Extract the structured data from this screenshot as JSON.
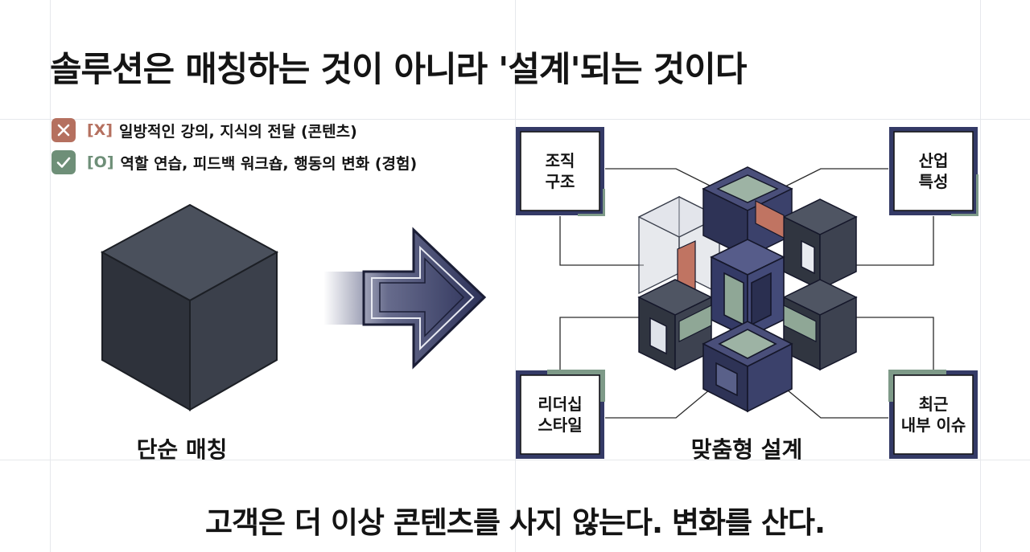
{
  "title": "솔루션은 매칭하는 것이 아니라 '설계'되는 것이다",
  "legend": {
    "negative": {
      "tag": "[X]",
      "text": "일방적인 강의, 지식의 전달 (콘텐츠)",
      "color": "#b5705f"
    },
    "positive": {
      "tag": "[O]",
      "text": "역할 연습, 피드백 워크숍, 행동의 변화 (경험)",
      "color": "#6e8f78"
    }
  },
  "left": {
    "caption": "단순 매칭"
  },
  "right": {
    "caption": "맞춤형 설계",
    "factors": {
      "org": "조직\n구조",
      "industry": "산업\n특성",
      "leader": "리더십\n스타일",
      "issue": "최근\n내부 이슈"
    }
  },
  "bottom": "고객은 더 이상 콘텐츠를 사지 않는다. 변화를 산다.",
  "colors": {
    "navy": "#343a66",
    "dark_cube": "#363b46",
    "sage": "#7e9a88",
    "terracotta": "#c07462"
  }
}
